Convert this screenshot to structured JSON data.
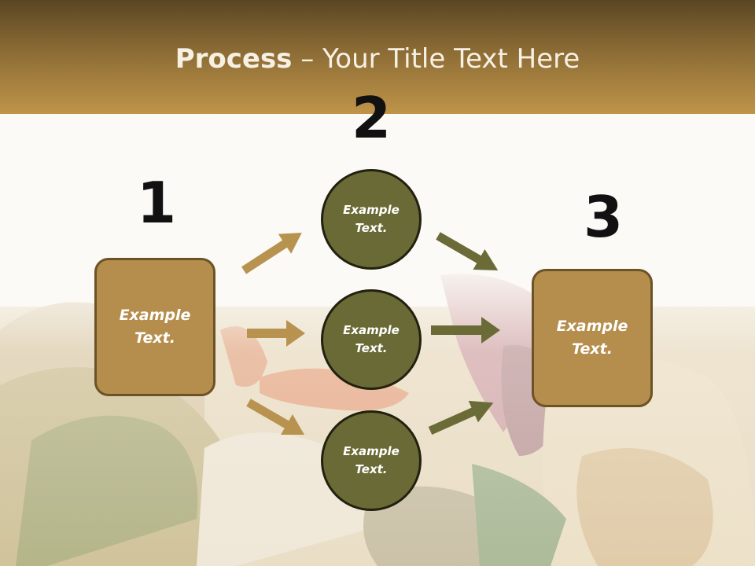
{
  "title": {
    "bold": "Process",
    "rest": " – Your Title Text Here"
  },
  "steps": {
    "one": "1",
    "two": "2",
    "three": "3"
  },
  "nodes": {
    "left": "Example Text.",
    "top": "Example Text.",
    "middle": "Example Text.",
    "bottom": "Example Text.",
    "right": "Example Text."
  },
  "colors": {
    "header_top": "#5a4623",
    "header_bottom": "#bf9449",
    "box_fill": "#b58d4c",
    "circle_fill": "#6a6a36",
    "arrow_tan": "#b89350",
    "arrow_olive": "#6b6b37"
  }
}
